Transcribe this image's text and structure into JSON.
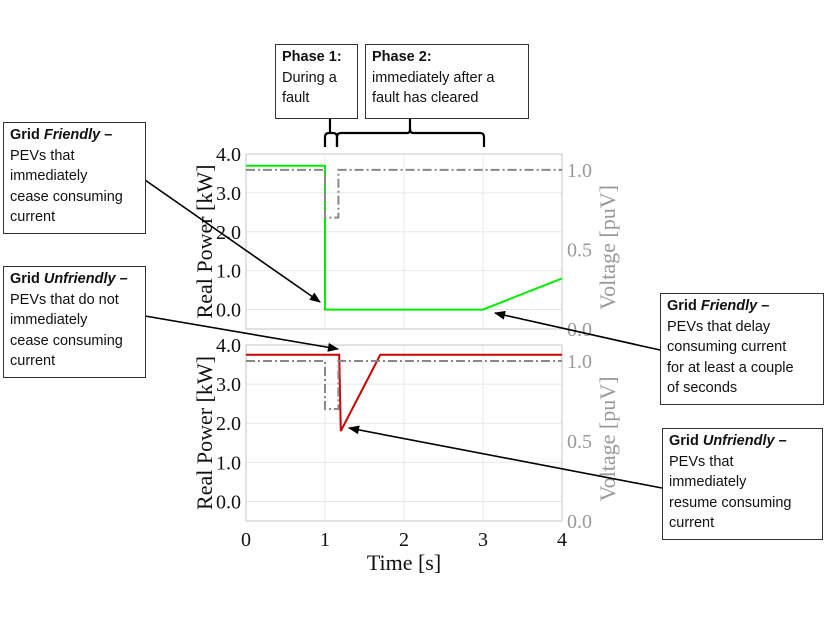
{
  "annotations": {
    "phase1": {
      "title": "Phase 1:",
      "lines": [
        "During a",
        "fault"
      ]
    },
    "phase2": {
      "title": "Phase 2:",
      "lines": [
        "immediately after a",
        "fault has cleared"
      ]
    },
    "left_top": {
      "prefix": "Grid ",
      "emph": "Friendly",
      "suffix": " –",
      "lines": [
        "PEVs that",
        "immediately",
        "cease consuming",
        "current"
      ]
    },
    "left_bottom": {
      "prefix": "Grid ",
      "emph": "Unfriendly",
      "suffix": " –",
      "lines": [
        "PEVs that do not",
        "immediately",
        "cease consuming",
        "current"
      ]
    },
    "right_top": {
      "prefix": "Grid ",
      "emph": "Friendly",
      "suffix": " –",
      "lines": [
        "PEVs that delay",
        "consuming current",
        "for at least a couple",
        "of seconds"
      ]
    },
    "right_bottom": {
      "prefix": "Grid ",
      "emph": "Unfriendly",
      "suffix": " –",
      "lines": [
        "PEVs that",
        "immediately",
        "resume consuming",
        "current"
      ]
    }
  },
  "chart_data": [
    {
      "type": "line",
      "panel": "top",
      "xlabel": "",
      "ylabel": "Real Power [kW]",
      "y2label": "Voltage [puV]",
      "xlim": [
        0,
        4
      ],
      "ylim": [
        -0.5,
        4.0
      ],
      "y2lim": [
        0,
        1.1
      ],
      "yticks": [
        "0.0",
        "1.0",
        "2.0",
        "3.0",
        "4.0"
      ],
      "y2ticks": [
        "0.0",
        "0.5",
        "1.0"
      ],
      "grid": true,
      "series": [
        {
          "name": "Real Power",
          "axis": "left",
          "color": "#00ee00",
          "style": "solid",
          "x": [
            0,
            1.0,
            1.0,
            3.0,
            4.0
          ],
          "y": [
            3.7,
            3.7,
            0.0,
            0.0,
            0.8
          ]
        },
        {
          "name": "Voltage",
          "axis": "right",
          "color": "#888888",
          "style": "dashdot",
          "x": [
            0,
            1.0,
            1.0,
            1.17,
            1.17,
            4.0
          ],
          "y": [
            1.0,
            1.0,
            0.7,
            0.7,
            1.0,
            1.0
          ]
        }
      ]
    },
    {
      "type": "line",
      "panel": "bottom",
      "xlabel": "Time [s]",
      "ylabel": "Real Power [kW]",
      "y2label": "Voltage [puV]",
      "xlim": [
        0,
        4
      ],
      "ylim": [
        -0.5,
        4.0
      ],
      "y2lim": [
        0,
        1.1
      ],
      "xticks": [
        "0",
        "1",
        "2",
        "3",
        "4"
      ],
      "yticks": [
        "0.0",
        "1.0",
        "2.0",
        "3.0",
        "4.0"
      ],
      "y2ticks": [
        "0.0",
        "0.5",
        "1.0"
      ],
      "grid": true,
      "series": [
        {
          "name": "Real Power",
          "axis": "left",
          "color": "#cc0000",
          "style": "solid",
          "x": [
            0,
            1.18,
            1.2,
            1.7,
            4.0
          ],
          "y": [
            3.75,
            3.75,
            1.8,
            3.75,
            3.75
          ]
        },
        {
          "name": "Voltage",
          "axis": "right",
          "color": "#888888",
          "style": "dashdot",
          "x": [
            0,
            1.0,
            1.0,
            1.17,
            1.17,
            4.0
          ],
          "y": [
            1.0,
            1.0,
            0.7,
            0.7,
            1.0,
            1.0
          ]
        }
      ]
    }
  ]
}
